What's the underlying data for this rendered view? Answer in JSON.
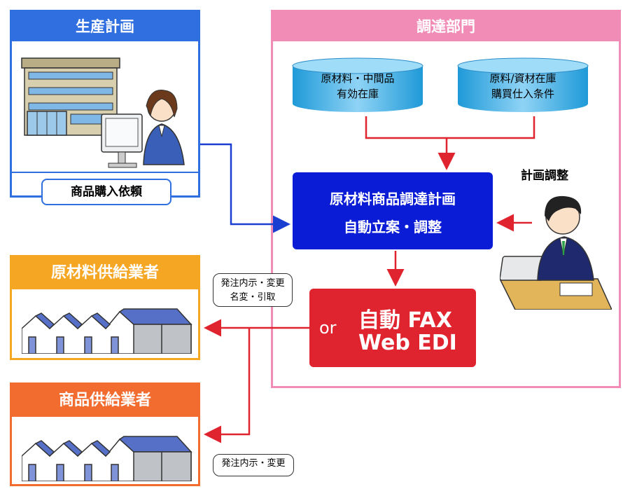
{
  "production": {
    "title": "生産計画",
    "request_label": "商品購入依頼"
  },
  "procurement": {
    "title": "調達部門",
    "db_left": {
      "line1": "原材料・中間品",
      "line2": "有効在庫"
    },
    "db_right": {
      "line1": "原料/資材在庫",
      "line2": "購買仕入条件"
    },
    "plan_box": {
      "line1": "原材料商品調達計画",
      "line2": "自動立案・調整"
    },
    "adjust_label": "計画調整",
    "send_box": {
      "or": "or",
      "line1": "自動 FAX",
      "line2": "Web EDI"
    }
  },
  "supplier_raw": {
    "title": "原材料供給業者",
    "note_line1": "発注内示・変更",
    "note_line2": "名変・引取"
  },
  "supplier_goods": {
    "title": "商品供給業者",
    "note": "発注内示・変更"
  },
  "colors": {
    "production": "#2f6fe0",
    "procurement": "#f08cb6",
    "supplier_raw": "#f5a623",
    "supplier_goods": "#f26b2f",
    "plan_box": "#0b1cd6",
    "send_box": "#e0242f",
    "arrow_red": "#e0242f",
    "arrow_blue": "#1a3fd0"
  }
}
